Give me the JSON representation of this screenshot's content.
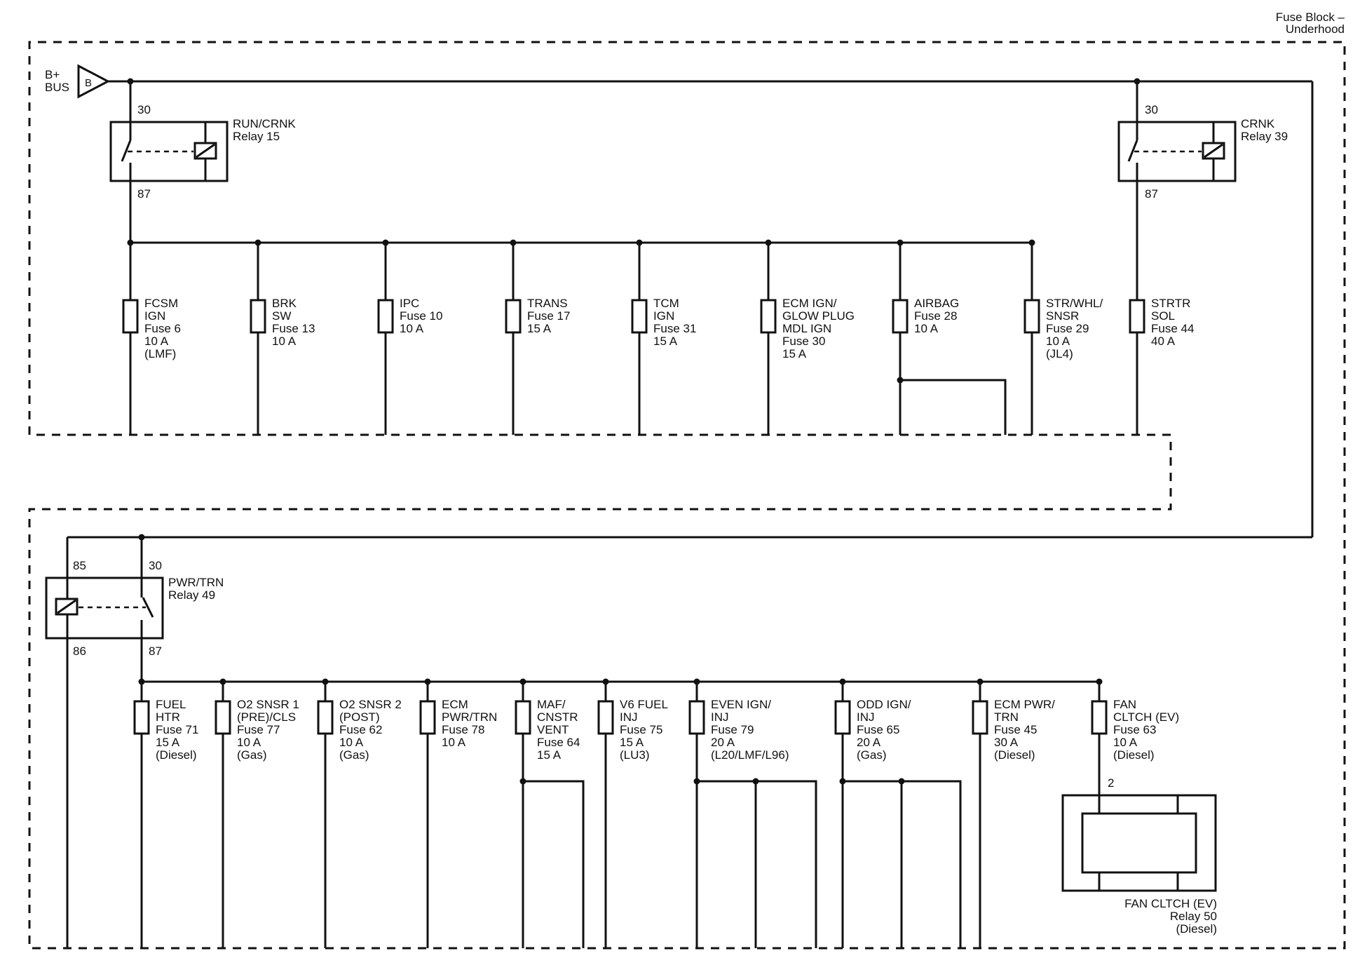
{
  "header": {
    "block_title": [
      "Fuse Block –",
      "Underhood"
    ]
  },
  "bus": {
    "label": [
      "B+",
      "BUS"
    ],
    "connector": "B"
  },
  "relays": {
    "run_crnk": {
      "lines": [
        "RUN/CRNK",
        "Relay 15"
      ],
      "pin_in": "30",
      "pin_out": "87"
    },
    "crnk": {
      "lines": [
        "CRNK",
        "Relay 39"
      ],
      "pin_in": "30",
      "pin_out": "87"
    },
    "pwr_trn": {
      "lines": [
        "PWR/TRN",
        "Relay 49"
      ],
      "pin_85": "85",
      "pin_30": "30",
      "pin_86": "86",
      "pin_87": "87"
    },
    "fan_clutch": {
      "lines": [
        "FAN CLTCH (EV)",
        "Relay 50",
        "(Diesel)"
      ],
      "pin": "2"
    }
  },
  "top_fuses": [
    {
      "lines": [
        "FCSM",
        "IGN",
        "Fuse 6",
        "10 A",
        "(LMF)"
      ]
    },
    {
      "lines": [
        "BRK",
        "SW",
        "Fuse 13",
        "10 A"
      ]
    },
    {
      "lines": [
        "IPC",
        "Fuse 10",
        "10 A"
      ]
    },
    {
      "lines": [
        "TRANS",
        "Fuse 17",
        "15 A"
      ]
    },
    {
      "lines": [
        "TCM",
        "IGN",
        "Fuse 31",
        "15 A"
      ]
    },
    {
      "lines": [
        "ECM IGN/",
        "GLOW PLUG",
        "MDL IGN",
        "Fuse 30",
        "15 A"
      ]
    },
    {
      "lines": [
        "AIRBAG",
        "Fuse 28",
        "10 A"
      ]
    },
    {
      "lines": [
        "STR/WHL/",
        "SNSR",
        "Fuse 29",
        "10 A",
        "(JL4)"
      ]
    },
    {
      "lines": [
        "STRTR",
        "SOL",
        "Fuse 44",
        "40 A"
      ]
    }
  ],
  "bottom_fuses": [
    {
      "lines": [
        "FUEL",
        "HTR",
        "Fuse 71",
        "15 A",
        "(Diesel)"
      ]
    },
    {
      "lines": [
        "O2 SNSR 1",
        "(PRE)/CLS",
        "Fuse 77",
        "10 A",
        "(Gas)"
      ]
    },
    {
      "lines": [
        "O2 SNSR 2",
        "(POST)",
        "Fuse 62",
        "10 A",
        "(Gas)"
      ]
    },
    {
      "lines": [
        "ECM",
        "PWR/TRN",
        "Fuse 78",
        "10 A"
      ]
    },
    {
      "lines": [
        "MAF/",
        "CNSTR",
        "VENT",
        "Fuse 64",
        "15 A"
      ]
    },
    {
      "lines": [
        "V6 FUEL",
        "INJ",
        "Fuse 75",
        "15 A",
        "(LU3)"
      ]
    },
    {
      "lines": [
        "EVEN IGN/",
        "INJ",
        "Fuse 79",
        "20 A",
        "(L20/LMF/L96)"
      ]
    },
    {
      "lines": [
        "ODD IGN/",
        "INJ",
        "Fuse 65",
        "20 A",
        "(Gas)"
      ]
    },
    {
      "lines": [
        "ECM PWR/",
        "TRN",
        "Fuse 45",
        "30 A",
        "(Diesel)"
      ]
    },
    {
      "lines": [
        "FAN",
        "CLTCH (EV)",
        "Fuse 63",
        "10 A",
        "(Diesel)"
      ]
    }
  ]
}
